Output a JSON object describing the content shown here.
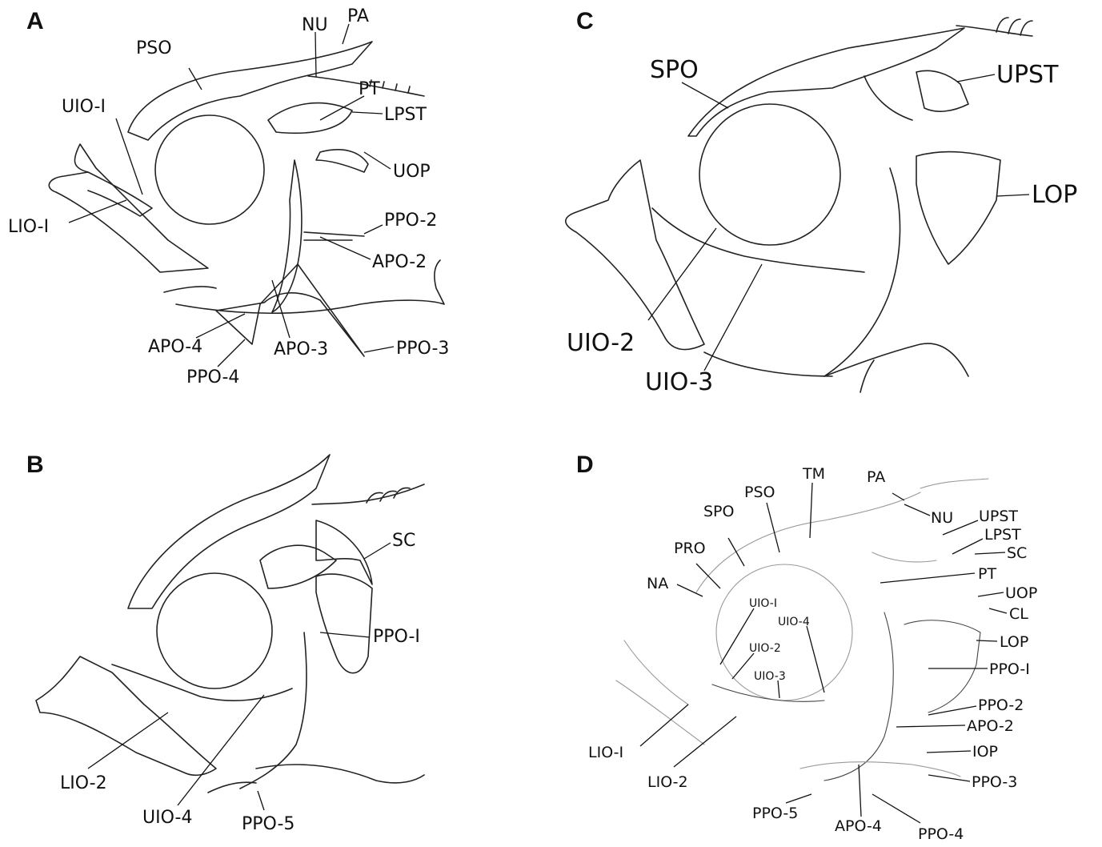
{
  "panels": {
    "A": {
      "letter": "A",
      "labels": {
        "pso": "PSO",
        "nu": "NU",
        "pa": "PA",
        "pt": "PT",
        "uio1": "UIO-I",
        "lpst": "LPST",
        "uop": "UOP",
        "lio1": "LIO-I",
        "ppo2": "PPO-2",
        "apo2": "APO-2",
        "apo4": "APO-4",
        "apo3": "APO-3",
        "ppo3": "PPO-3",
        "ppo4": "PPO-4"
      }
    },
    "B": {
      "letter": "B",
      "labels": {
        "sc": "SC",
        "ppo1": "PPO-I",
        "lio2": "LIO-2",
        "uio4": "UIO-4",
        "ppo5": "PPO-5"
      }
    },
    "C": {
      "letter": "C",
      "labels": {
        "spo": "SPO",
        "upst": "UPST",
        "lop": "LOP",
        "uio2": "UIO-2",
        "uio3": "UIO-3"
      }
    },
    "D": {
      "letter": "D",
      "labels": {
        "tm": "TM",
        "pa": "PA",
        "pso": "PSO",
        "nu": "NU",
        "spo": "SPO",
        "upst": "UPST",
        "lpst": "LPST",
        "pro": "PRO",
        "sc": "SC",
        "na": "NA",
        "pt": "PT",
        "uio1": "UIO-I",
        "uop": "UOP",
        "uio4": "UIO-4",
        "cl": "CL",
        "lop": "LOP",
        "uio2": "UIO-2",
        "ppo1": "PPO-I",
        "uio3": "UIO-3",
        "ppo2": "PPO-2",
        "apo2": "APO-2",
        "lio1": "LIO-I",
        "iop": "IOP",
        "lio2": "LIO-2",
        "ppo3": "PPO-3",
        "ppo5": "PPO-5",
        "apo4": "APO-4",
        "ppo4": "PPO-4"
      }
    }
  }
}
